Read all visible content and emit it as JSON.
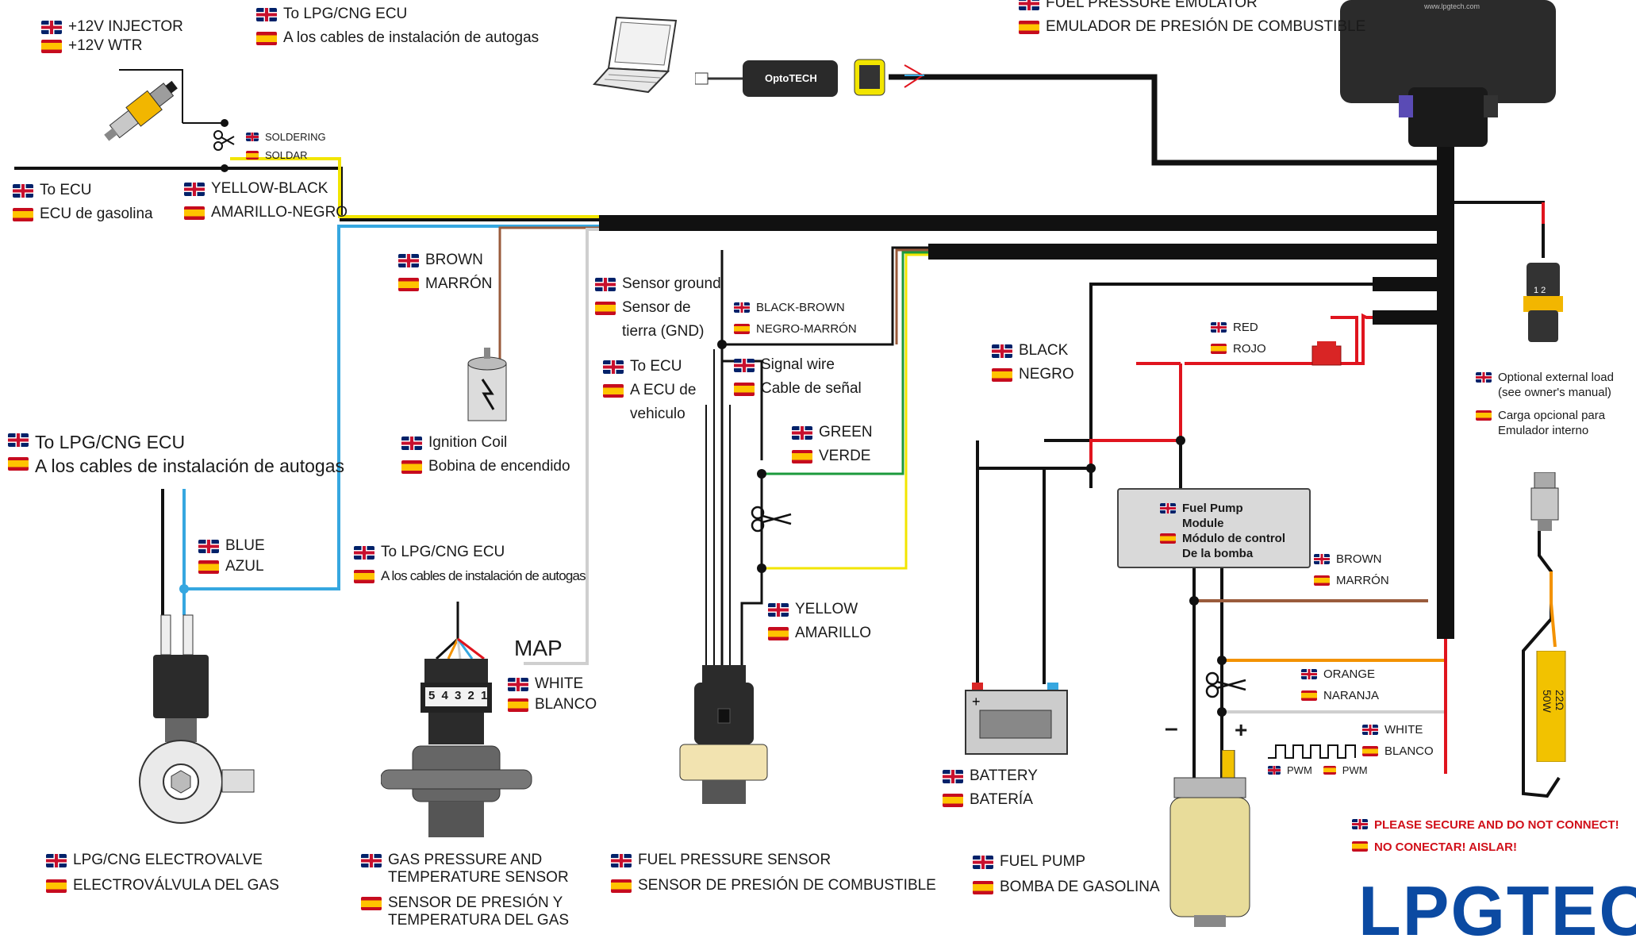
{
  "labels": {
    "injector": {
      "en": "+12V INJECTOR",
      "es": "+12V WTR"
    },
    "soldering": {
      "en": "SOLDERING",
      "es": "SOLDAR"
    },
    "to_ecu_top": {
      "en": "To LPG/CNG ECU",
      "es": "A los cables de instalación de autogas"
    },
    "emulator": {
      "en": "FUEL PRESSURE EMULATOR",
      "es": "EMULADOR DE PRESIÓN DE COMBUSTIBLE"
    },
    "to_ecu_left": {
      "en": "To ECU",
      "es": "ECU de gasolina"
    },
    "yellow_black": {
      "en": "YELLOW-BLACK",
      "es": "AMARILLO-NEGRO"
    },
    "brown": {
      "en": "BROWN",
      "es": "MARRÓN"
    },
    "sensor_ground": {
      "en": "Sensor ground",
      "es": "Sensor de",
      "es2": "tierra (GND)"
    },
    "black_brown": {
      "en": "BLACK-BROWN",
      "es": "NEGRO-MARRÓN"
    },
    "to_ecu_vehicle": {
      "en": "To ECU",
      "es": "A ECU de",
      "es2": "vehiculo"
    },
    "signal_wire": {
      "en": "Signal wire",
      "es": "Cable de señal"
    },
    "green": {
      "en": "GREEN",
      "es": "VERDE"
    },
    "black": {
      "en": "BLACK",
      "es": "NEGRO"
    },
    "red": {
      "en": "RED",
      "es": "ROJO"
    },
    "optional_load": {
      "en": "Optional external load",
      "en2": "(see owner's manual)",
      "es": "Carga opcional para",
      "es2": "Emulador interno"
    },
    "to_lpg_big": {
      "en": "To LPG/CNG ECU",
      "es": "A los cables de instalación de autogas"
    },
    "ignition_coil": {
      "en": "Ignition Coil",
      "es": "Bobina de encendido"
    },
    "blue": {
      "en": "BLUE",
      "es": "AZUL"
    },
    "to_lpg_mid": {
      "en": "To LPG/CNG ECU",
      "es": "A los cables de instalación de autogas"
    },
    "map": "MAP",
    "white_map": {
      "en": "WHITE",
      "es": "BLANCO"
    },
    "yellow": {
      "en": "YELLOW",
      "es": "AMARILLO"
    },
    "fuel_pump_module": {
      "en": "Fuel Pump Module",
      "es": "Módulo de control De la bomba"
    },
    "brown_right": {
      "en": "BROWN",
      "es": "MARRÓN"
    },
    "orange": {
      "en": "ORANGE",
      "es": "NARANJA"
    },
    "white_right": {
      "en": "WHITE",
      "es": "BLANCO"
    },
    "pwm": "PWM",
    "battery": {
      "en": "BATTERY",
      "es": "BATERÍA"
    },
    "warning": {
      "en": "PLEASE SECURE AND DO NOT CONNECT!",
      "es": "NO CONECTAR! AISLAR!"
    },
    "electrovalve": {
      "en": "LPG/CNG ELECTROVALVE",
      "es": "ELECTROVÁLVULA DEL GAS"
    },
    "gas_sensor": {
      "en": "GAS PRESSURE AND",
      "en2": "TEMPERATURE SENSOR",
      "es": "SENSOR DE PRESIÓN Y",
      "es2": "TEMPERATURA DEL GAS"
    },
    "fuel_pressure_sensor": {
      "en": "FUEL PRESSURE SENSOR",
      "es": "SENSOR DE PRESIÓN DE COMBUSTIBLE"
    },
    "fuel_pump": {
      "en": "FUEL PUMP",
      "es": "BOMBA DE GASOLINA"
    },
    "resistor": "22Ω 50W",
    "optotech": "OptoTECH",
    "map_pins": "5 4 3 2 1",
    "ecu_url": "www.lpgtech.com",
    "minus": "–",
    "plus": "+"
  },
  "logo": "LPGTECH",
  "colors": {
    "yellow": "#f2e500",
    "blue": "#36a7e0",
    "brown": "#9a5b3c",
    "green": "#1b9a3c",
    "red": "#e0141e",
    "orange": "#f39200",
    "white": "#cfcfcf",
    "black": "#111111",
    "logo_blue": "#0b4aa2"
  },
  "icons": [
    "injector-icon",
    "laptop-icon",
    "optotech-icon",
    "connector-icon",
    "ecu-icon",
    "ignition-coil-icon",
    "fuse-icon",
    "scissors-icon",
    "electrovalve-icon",
    "map-sensor-icon",
    "fuel-pressure-sensor-icon",
    "battery-icon",
    "fuel-pump-icon",
    "resistor-icon"
  ]
}
